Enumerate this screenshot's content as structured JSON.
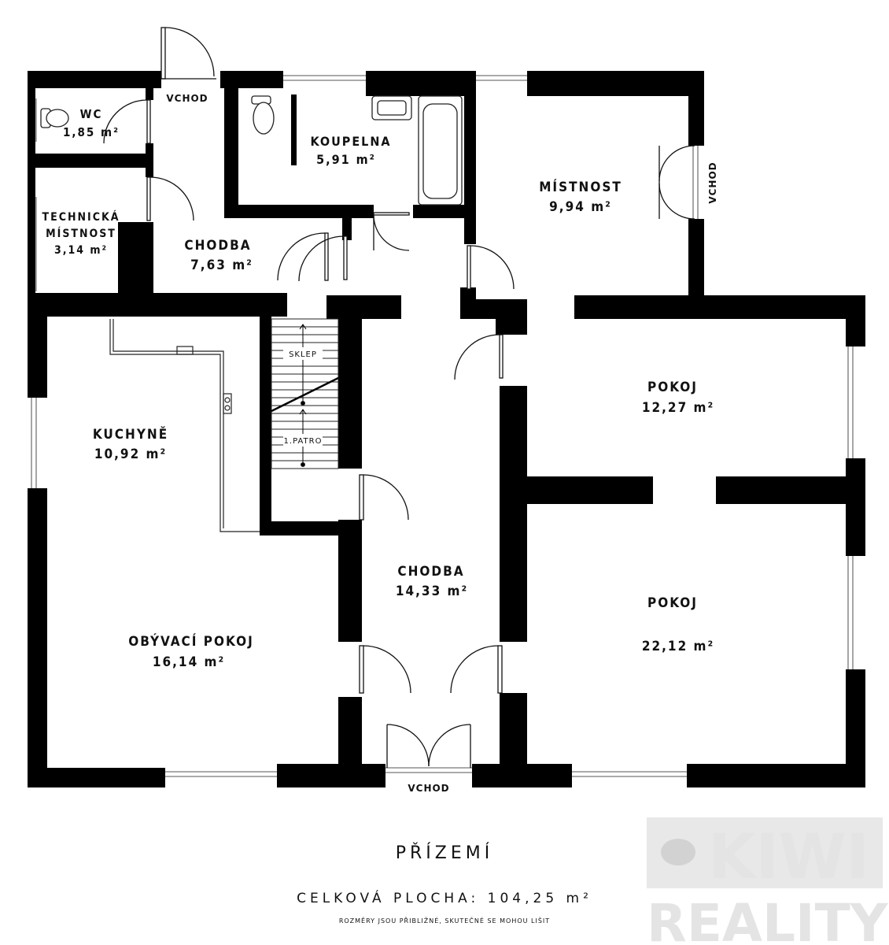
{
  "rooms": {
    "wc": {
      "name": "WC",
      "area": "1,85 m²"
    },
    "technicka": {
      "name1": "TECHNICKÁ",
      "name2": "MÍSTNOST",
      "area": "3,14 m²"
    },
    "koupelna": {
      "name": "KOUPELNA",
      "area": "5,91 m²"
    },
    "mistnost": {
      "name": "MÍSTNOST",
      "area": "9,94 m²"
    },
    "chodba_small": {
      "name": "CHODBA",
      "area": "7,63 m²"
    },
    "kuchyne": {
      "name": "KUCHYNĚ",
      "area": "10,92 m²"
    },
    "pokoj1": {
      "name": "POKOJ",
      "area": "12,27 m²"
    },
    "chodba_large": {
      "name": "CHODBA",
      "area": "14,33 m²"
    },
    "pokoj2": {
      "name": "POKOJ",
      "area": "22,12 m²"
    },
    "obyvaci": {
      "name": "OBÝVACÍ POKOJ",
      "area": "16,14 m²"
    }
  },
  "labels": {
    "vchod_top": "VCHOD",
    "vchod_right": "VCHOD",
    "vchod_bottom": "VCHOD",
    "sklep": "SKLEP",
    "patro": "1.PATRO"
  },
  "footer": {
    "floor": "PŘÍZEMÍ",
    "total": "CELKOVÁ PLOCHA: 104,25 m²",
    "note": "ROZMĚRY JSOU PŘIBLIŽNÉ, SKUTEČNÉ SE MOHOU LIŠIT"
  },
  "logo": {
    "line1": "KIWI",
    "line2": "REALITY"
  }
}
